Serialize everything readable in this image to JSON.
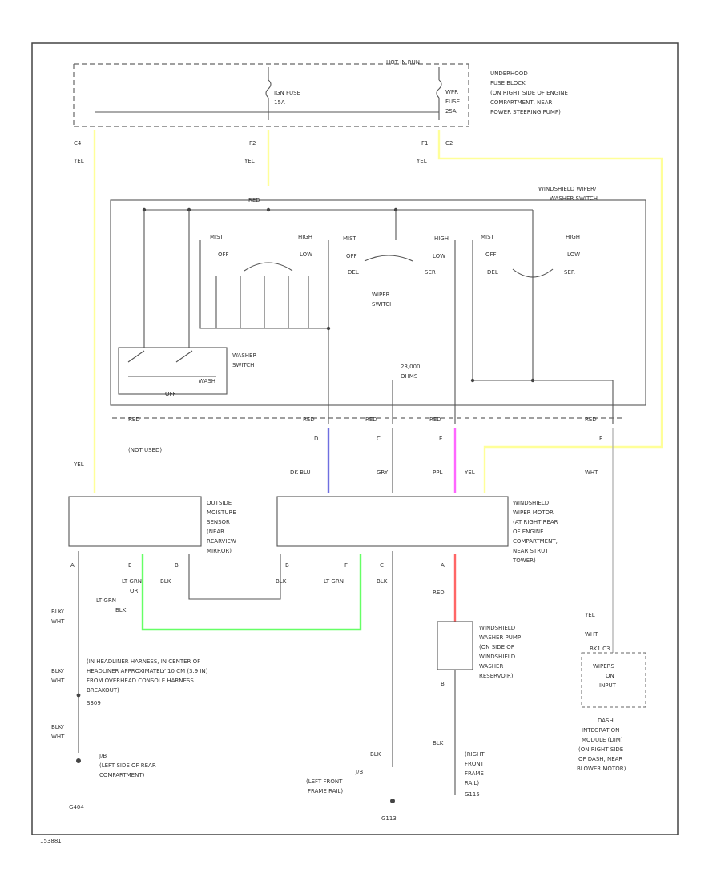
{
  "colors": {
    "yel": "#ffff99",
    "dk_blu": "#6f6fe0",
    "ppl": "#ff66ff",
    "lt_grn": "#66ff66",
    "red": "#ff6666",
    "gray": "#555555",
    "wht": "#aaaaaa"
  },
  "labels": [
    {
      "id": "hot-in-run",
      "text": "HOT IN RUN"
    },
    {
      "id": "ignition-fuse",
      "text": "IGN FUSE"
    },
    {
      "id": "ignition-fuse-amp",
      "text": "15A"
    },
    {
      "id": "wiper-fuse",
      "text": "WPR"
    },
    {
      "id": "wiper-fuse-2",
      "text": "FUSE"
    },
    {
      "id": "wiper-fuse-amp",
      "text": "25A"
    },
    {
      "id": "underhood-1",
      "text": "UNDERHOOD"
    },
    {
      "id": "underhood-2",
      "text": "FUSE BLOCK"
    },
    {
      "id": "underhood-3",
      "text": "(ON RIGHT SIDE OF ENGINE"
    },
    {
      "id": "underhood-4",
      "text": "COMPARTMENT, NEAR"
    },
    {
      "id": "underhood-5",
      "text": "POWER STEERING PUMP)"
    },
    {
      "id": "term-c4",
      "text": "C4"
    },
    {
      "id": "term-f2",
      "text": "F2"
    },
    {
      "id": "term-f1",
      "text": "F1"
    },
    {
      "id": "term-c2",
      "text": "C2"
    },
    {
      "id": "wire-yel-1",
      "text": "YEL"
    },
    {
      "id": "wire-yel-2",
      "text": "YEL"
    },
    {
      "id": "wire-yel-3",
      "text": "YEL"
    },
    {
      "id": "switch-title-1",
      "text": "WINDSHIELD WIPER/"
    },
    {
      "id": "switch-title-2",
      "text": "WASHER SWITCH"
    },
    {
      "id": "term-red-top",
      "text": "RED"
    },
    {
      "id": "mist-1",
      "text": "MIST"
    },
    {
      "id": "high-1",
      "text": "HIGH"
    },
    {
      "id": "off-1",
      "text": "OFF"
    },
    {
      "id": "low-1",
      "text": "LOW"
    },
    {
      "id": "mist-2",
      "text": "MIST"
    },
    {
      "id": "high-2",
      "text": "HIGH"
    },
    {
      "id": "off-2",
      "text": "OFF"
    },
    {
      "id": "low-2",
      "text": "LOW"
    },
    {
      "id": "del-2",
      "text": "DEL"
    },
    {
      "id": "ser-2",
      "text": "SER"
    },
    {
      "id": "mist-3",
      "text": "MIST"
    },
    {
      "id": "high-3",
      "text": "HIGH"
    },
    {
      "id": "off-3",
      "text": "OFF"
    },
    {
      "id": "low-3",
      "text": "LOW"
    },
    {
      "id": "del-3",
      "text": "DEL"
    },
    {
      "id": "ser-3",
      "text": "SER"
    },
    {
      "id": "wiper-switch-1",
      "text": "WIPER"
    },
    {
      "id": "wiper-switch-2",
      "text": "SWITCH"
    },
    {
      "id": "washer-switch-1",
      "text": "WASHER"
    },
    {
      "id": "washer-switch-2",
      "text": "SWITCH"
    },
    {
      "id": "wash-label",
      "text": "WASH"
    },
    {
      "id": "off-label",
      "text": "OFF"
    },
    {
      "id": "resistor-1",
      "text": "23,000"
    },
    {
      "id": "resistor-2",
      "text": "OHMS"
    },
    {
      "id": "conn-red-1",
      "text": "RED"
    },
    {
      "id": "conn-red-2",
      "text": "RED"
    },
    {
      "id": "conn-red-3",
      "text": "RED"
    },
    {
      "id": "conn-red-4",
      "text": "RED"
    },
    {
      "id": "conn-red-5",
      "text": "RED"
    },
    {
      "id": "not-used",
      "text": "(NOT USED)"
    },
    {
      "id": "pin-d",
      "text": "D"
    },
    {
      "id": "pin-c",
      "text": "C"
    },
    {
      "id": "pin-e",
      "text": "E"
    },
    {
      "id": "pin-f",
      "text": "F"
    },
    {
      "id": "wire-dk-blu",
      "text": "DK BLU"
    },
    {
      "id": "wire-gry",
      "text": "GRY"
    },
    {
      "id": "wire-ppl",
      "text": "PPL"
    },
    {
      "id": "wire-yel-4",
      "text": "YEL"
    },
    {
      "id": "wire-wht",
      "text": "WHT"
    },
    {
      "id": "wire-yel-5",
      "text": "YEL"
    },
    {
      "id": "sensor-1",
      "text": "OUTSIDE"
    },
    {
      "id": "sensor-2",
      "text": "MOISTURE"
    },
    {
      "id": "sensor-3",
      "text": "SENSOR"
    },
    {
      "id": "sensor-4",
      "text": "(NEAR"
    },
    {
      "id": "sensor-5",
      "text": "REARVIEW"
    },
    {
      "id": "sensor-6",
      "text": "MIRROR)"
    },
    {
      "id": "motor-1",
      "text": "WINDSHIELD"
    },
    {
      "id": "motor-2",
      "text": "WIPER MOTOR"
    },
    {
      "id": "motor-3",
      "text": "(AT RIGHT REAR"
    },
    {
      "id": "motor-4",
      "text": "OF ENGINE"
    },
    {
      "id": "motor-5",
      "text": "COMPARTMENT,"
    },
    {
      "id": "motor-6",
      "text": "NEAR STRUT"
    },
    {
      "id": "motor-7",
      "text": "TOWER)"
    },
    {
      "id": "pin-a-1",
      "text": "A"
    },
    {
      "id": "pin-e-1",
      "text": "E"
    },
    {
      "id": "pin-b-1",
      "text": "B"
    },
    {
      "id": "pin-b-2",
      "text": "B"
    },
    {
      "id": "pin-f-2",
      "text": "F"
    },
    {
      "id": "pin-c-2",
      "text": "C"
    },
    {
      "id": "pin-a-2",
      "text": "A"
    },
    {
      "id": "wire-blk-1",
      "text": "BLK"
    },
    {
      "id": "wire-blk-2",
      "text": "BLK"
    },
    {
      "id": "wire-blk-3",
      "text": "BLK"
    },
    {
      "id": "wire-lt-grn-1",
      "text": "LT GRN"
    },
    {
      "id": "wire-lt-grn-2",
      "text": "LT GRN"
    },
    {
      "id": "wire-lt-grn-3",
      "text": "LT GRN"
    },
    {
      "id": "wire-blk-4",
      "text": "BLK"
    },
    {
      "id": "wire-or",
      "text": "OR"
    },
    {
      "id": "wire-red",
      "text": "RED"
    },
    {
      "id": "pump-1",
      "text": "WINDSHIELD"
    },
    {
      "id": "pump-2",
      "text": "WASHER PUMP"
    },
    {
      "id": "pump-3",
      "text": "(ON SIDE OF"
    },
    {
      "id": "pump-4",
      "text": "WINDSHIELD"
    },
    {
      "id": "pump-5",
      "text": "WASHER"
    },
    {
      "id": "pump-6",
      "text": "RESERVOIR)"
    },
    {
      "id": "pump-pin-b",
      "text": "B"
    },
    {
      "id": "wire-blk-5",
      "text": "BLK"
    },
    {
      "id": "wire-blk-wht-1",
      "text": "BLK/"
    },
    {
      "id": "wire-blk-wht-2",
      "text": "WHT"
    },
    {
      "id": "wire-blk-wht-3",
      "text": "BLK/"
    },
    {
      "id": "wire-blk-wht-4",
      "text": "WHT"
    },
    {
      "id": "wire-blk-wht-5",
      "text": "BLK/"
    },
    {
      "id": "wire-blk-wht-6",
      "text": "WHT"
    },
    {
      "id": "headliner-1",
      "text": "(IN HEADLINER HARNESS, IN CENTER OF"
    },
    {
      "id": "headliner-2",
      "text": "HEADLINER APPROXIMATELY 10 CM (3.9 IN)"
    },
    {
      "id": "headliner-3",
      "text": "FROM OVERHEAD CONSOLE HARNESS"
    },
    {
      "id": "headliner-4",
      "text": "BREAKOUT)"
    },
    {
      "id": "splice",
      "text": "S309"
    },
    {
      "id": "ground-rear-1",
      "text": "J/B"
    },
    {
      "id": "ground-rear-2",
      "text": "(LEFT SIDE OF REAR"
    },
    {
      "id": "ground-rear-3",
      "text": "COMPARTMENT)"
    },
    {
      "id": "ground-rear-id",
      "text": "G404"
    },
    {
      "id": "wire-blk-6",
      "text": "BLK"
    },
    {
      "id": "ground-front-1",
      "text": "J/B"
    },
    {
      "id": "ground-front-2",
      "text": "(LEFT FRONT"
    },
    {
      "id": "ground-front-3",
      "text": "FRAME RAIL)"
    },
    {
      "id": "ground-front-id",
      "text": "G113"
    },
    {
      "id": "ground-right-1",
      "text": "(RIGHT"
    },
    {
      "id": "ground-right-2",
      "text": "FRONT"
    },
    {
      "id": "ground-right-3",
      "text": "FRAME"
    },
    {
      "id": "ground-right-4",
      "text": "RAIL)"
    },
    {
      "id": "ground-right-id",
      "text": "G115"
    },
    {
      "id": "wire-yel-6",
      "text": "YEL"
    },
    {
      "id": "wire-wht-2",
      "text": "WHT"
    },
    {
      "id": "dim-conn",
      "text": "BK1 C3"
    },
    {
      "id": "dim-1",
      "text": "WIPERS"
    },
    {
      "id": "dim-2",
      "text": "ON"
    },
    {
      "id": "dim-3",
      "text": "INPUT"
    },
    {
      "id": "dim-name-1",
      "text": "DASH"
    },
    {
      "id": "dim-name-2",
      "text": "INTEGRATION"
    },
    {
      "id": "dim-name-3",
      "text": "MODULE (DIM)"
    },
    {
      "id": "dim-name-4",
      "text": "(ON RIGHT SIDE"
    },
    {
      "id": "dim-name-5",
      "text": "OF DASH, NEAR"
    },
    {
      "id": "dim-name-6",
      "text": "BLOWER MOTOR)"
    },
    {
      "id": "page-code",
      "text": "153881"
    }
  ]
}
